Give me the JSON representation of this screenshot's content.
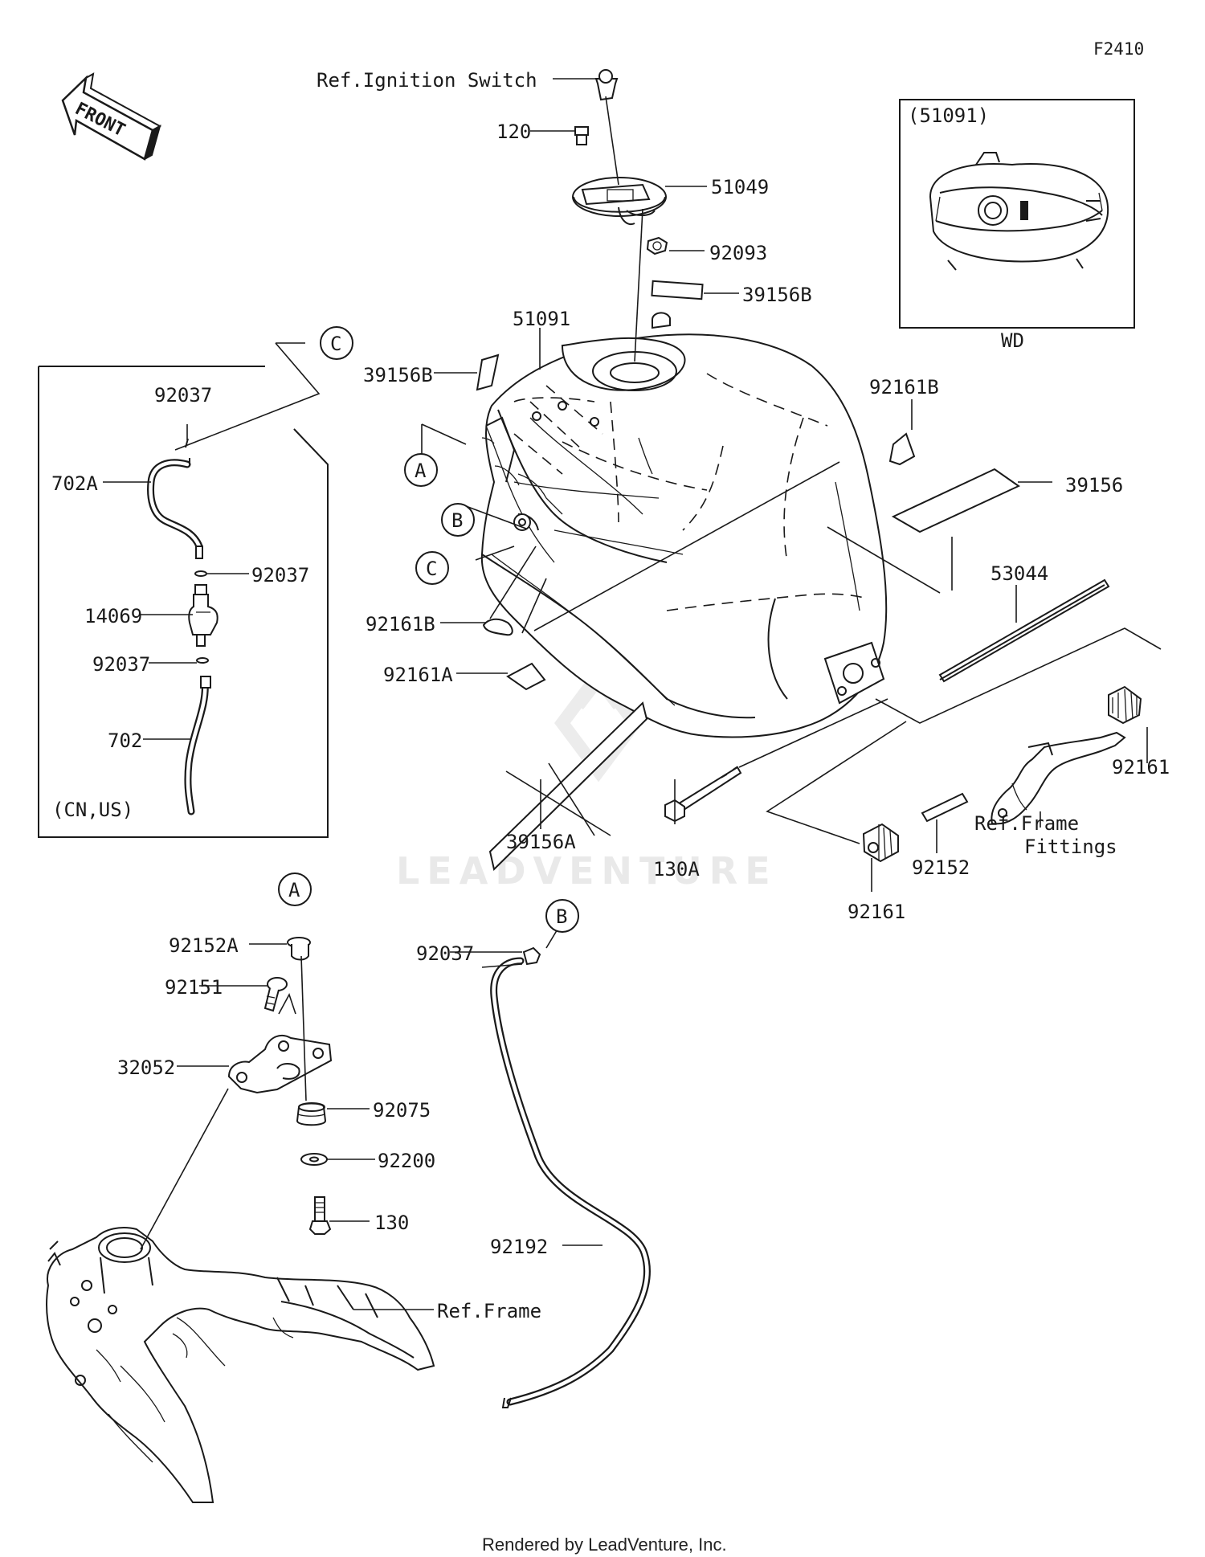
{
  "diagram_code": "F2410",
  "front_label": "FRONT",
  "watermark": "LEADVENTURE",
  "credit": "Rendered by LeadVenture, Inc.",
  "inset": {
    "title": "(51091)",
    "caption": "WD"
  },
  "subassembly": {
    "region": "(CN,US)"
  },
  "callouts": {
    "a": "A",
    "b": "B",
    "c": "C"
  },
  "labels": {
    "ref_ignition_switch": "Ref.Ignition Switch",
    "p120": "120",
    "p51049": "51049",
    "p92093": "92093",
    "p39156B_top": "39156B",
    "p51091": "51091",
    "p39156B_left": "39156B",
    "p92161B_right": "92161B",
    "p39156": "39156",
    "p53044": "53044",
    "p92161B_left": "92161B",
    "p92161A": "92161A",
    "p39156A": "39156A",
    "p130A": "130A",
    "p92161_right": "92161",
    "ref_frame_fittings_1": "Ref.Frame",
    "ref_frame_fittings_2": "Fittings",
    "p92152": "92152",
    "p92161_bottom": "92161",
    "p92037_c1": "92037",
    "p702A": "702A",
    "p92037_c2": "92037",
    "p14069": "14069",
    "p92037_c3": "92037",
    "p702": "702",
    "p92152A": "92152A",
    "p92151": "92151",
    "p32052": "32052",
    "p92075": "92075",
    "p92200": "92200",
    "p130": "130",
    "ref_frame": "Ref.Frame",
    "p92037_b": "92037",
    "p92192": "92192"
  }
}
